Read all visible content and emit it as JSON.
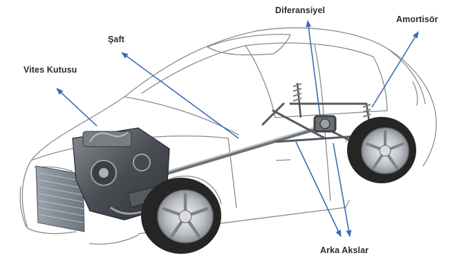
{
  "labels": {
    "vites_kutusu": "Vites Kutusu",
    "saft": "Şaft",
    "diferansiyel": "Diferansiyel",
    "amortisor": "Amortisör",
    "arka_akslar": "Arka Akslar"
  },
  "colors": {
    "arrow": "#3a6bb5",
    "body_line": "#7d7d7d",
    "tire": "#262626",
    "rim": "#c9ccd0",
    "engine": "#5f6368"
  }
}
